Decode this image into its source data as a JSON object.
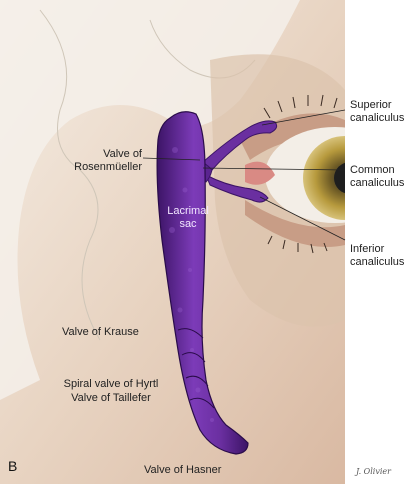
{
  "panel_letter": "B",
  "signature": "J. Olivier",
  "labels": {
    "superior_canaliculus": [
      "Superior",
      "canaliculus"
    ],
    "common_canaliculus": [
      "Common",
      "canaliculus"
    ],
    "inferior_canaliculus": [
      "Inferior",
      "canaliculus"
    ],
    "valve_rosenmueller": [
      "Valve of",
      "Rosenmüeller"
    ],
    "lacrimal_sac": [
      "Lacrimal",
      "sac"
    ],
    "valve_krause": "Valve of Krause",
    "valve_hyrtl": "Spiral valve of Hyrtl",
    "valve_taillefer": "Valve of Taillefer",
    "valve_hasner": "Valve of Hasner"
  },
  "colors": {
    "sac_fill": "#6a2fa0",
    "sac_dark": "#3c1466",
    "skin": "#e9d8c9",
    "bone": "#f3efe8"
  }
}
